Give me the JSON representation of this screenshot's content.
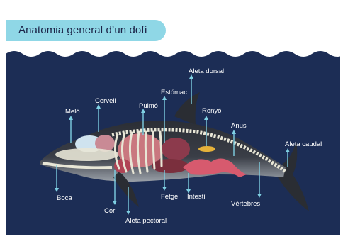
{
  "title": "Anatomia general d’un dofí",
  "labels": {
    "melo": "Meló",
    "cervell": "Cervell",
    "pulmo": "Pulmó",
    "estomac": "Estómac",
    "aleta_dorsal": "Aleta dorsal",
    "ronyo": "Ronyó",
    "anus": "Anus",
    "aleta_caudal": "Aleta caudal",
    "boca": "Boca",
    "cor": "Cor",
    "aleta_pectoral": "Aleta pectoral",
    "fetge": "Fetge",
    "intesti": "Intestí",
    "vertebres": "Vèrtebres"
  },
  "colors": {
    "sea": "#1c2d55",
    "banner": "#8fd7e6",
    "arrow": "#7fd0e3",
    "dolphin": "#2a2d33",
    "bone": "#e8e6d6"
  }
}
